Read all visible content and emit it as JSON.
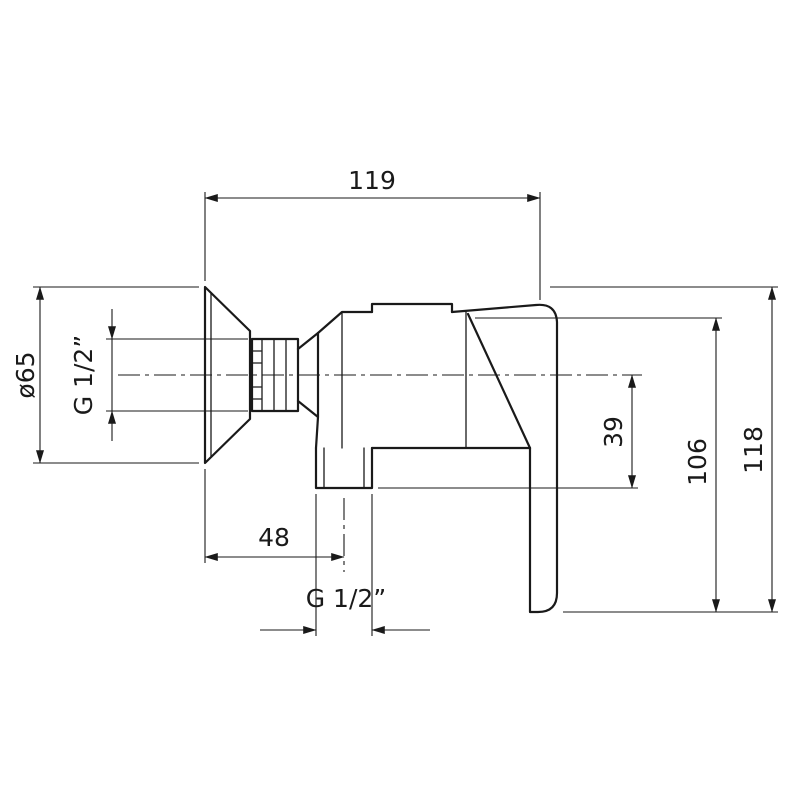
{
  "drawing": {
    "type": "technical-dimension-drawing",
    "subject": "wall-mounted shower mixer, side view",
    "colors": {
      "ink": "#1a1a1a",
      "background": "#ffffff"
    }
  },
  "labels": {
    "width_top": "119",
    "flange_diameter": "ø65",
    "inlet_thread": "G 1/2”",
    "outlet_offset": "48",
    "outlet_thread": "G 1/2”",
    "spout_drop": "39",
    "height_body": "106",
    "height_overall": "118"
  }
}
